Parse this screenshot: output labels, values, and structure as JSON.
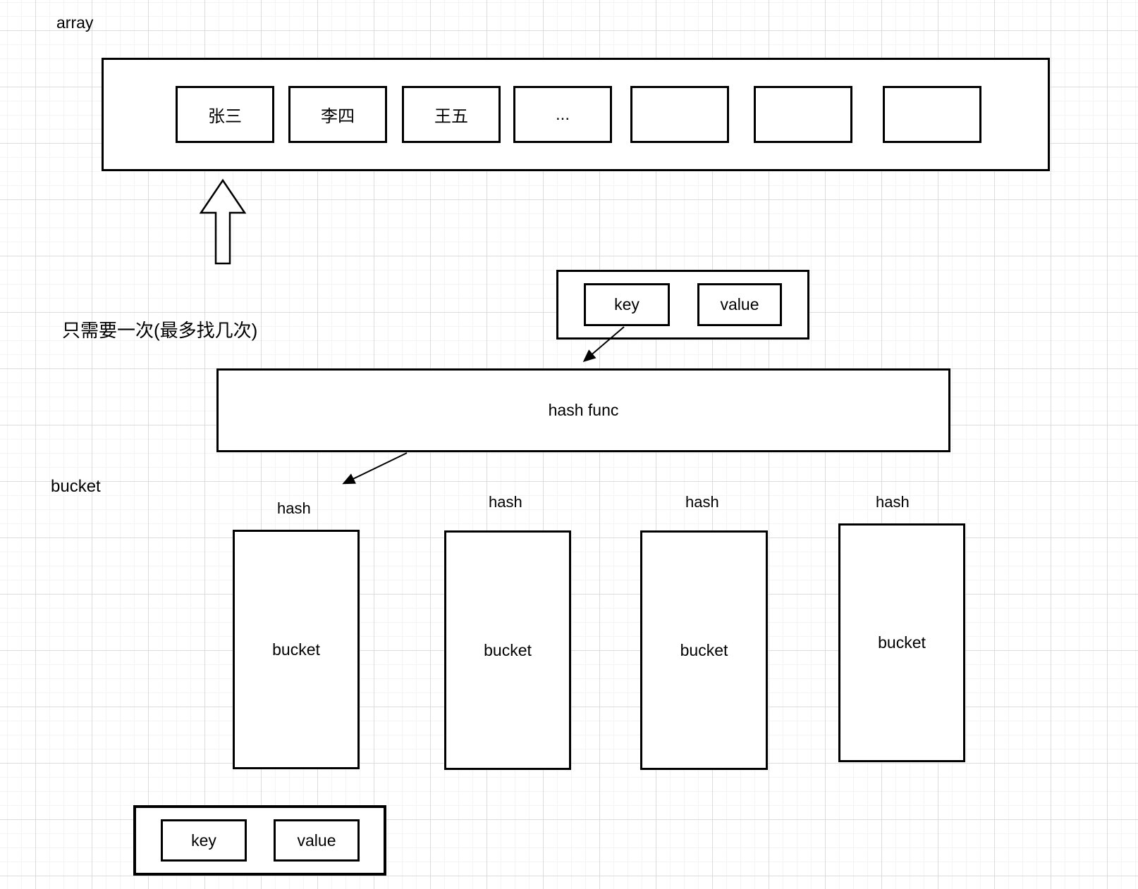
{
  "array_section": {
    "label": "array",
    "cells": [
      "张三",
      "李四",
      "王五",
      "...",
      "",
      "",
      ""
    ]
  },
  "note_text": "只需要一次(最多找几次)",
  "kv_top": {
    "key": "key",
    "value": "value"
  },
  "hash_func": {
    "label": "hash func"
  },
  "bucket_section": {
    "label": "bucket",
    "hash_labels": [
      "hash",
      "hash",
      "hash",
      "hash"
    ],
    "buckets": [
      "bucket",
      "bucket",
      "bucket",
      "bucket"
    ]
  },
  "kv_bottom": {
    "key": "key",
    "value": "value"
  },
  "colors": {
    "stroke": "#000000",
    "background": "#ffffff",
    "grid_minor": "#f4f4f4",
    "grid_major": "#dcdcdc"
  }
}
